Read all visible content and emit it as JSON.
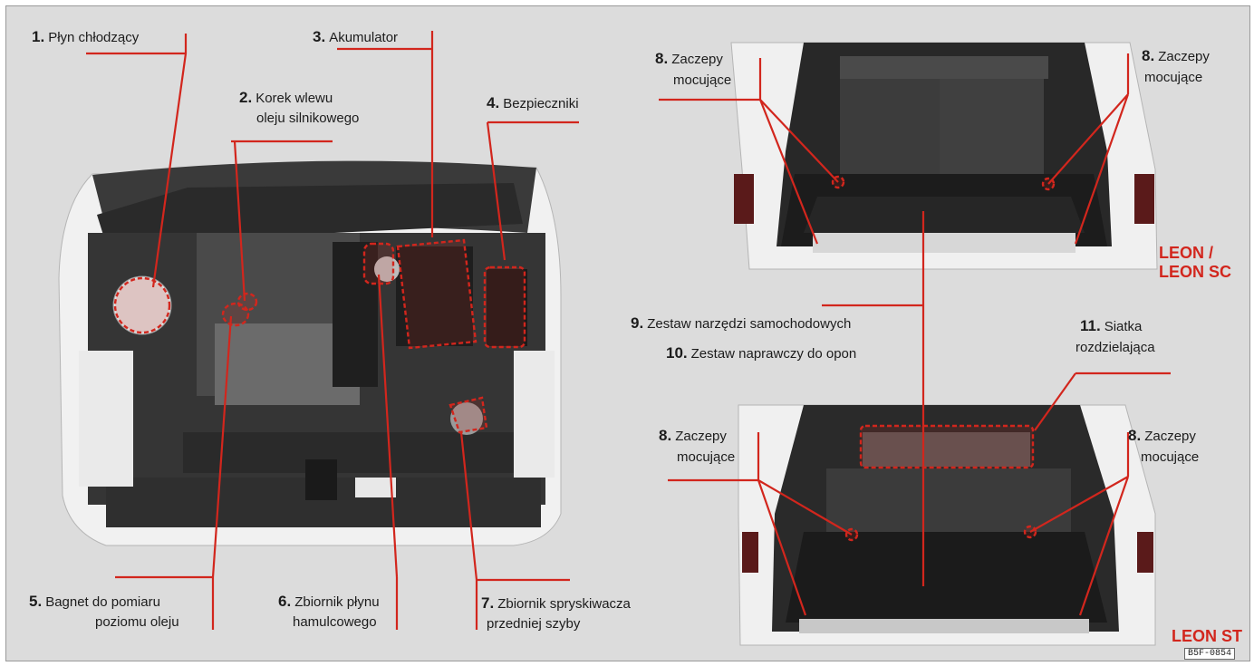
{
  "colors": {
    "callout": "#d2261d",
    "background": "#dcdcdc"
  },
  "callouts": [
    {
      "num": "1.",
      "lines": [
        "Płyn chłodzący"
      ]
    },
    {
      "num": "2.",
      "lines": [
        "Korek wlewu",
        "oleju silnikowego"
      ]
    },
    {
      "num": "3.",
      "lines": [
        "Akumulator"
      ]
    },
    {
      "num": "4.",
      "lines": [
        "Bezpieczniki"
      ]
    },
    {
      "num": "5.",
      "lines": [
        "Bagnet do pomiaru",
        "poziomu oleju"
      ]
    },
    {
      "num": "6.",
      "lines": [
        "Zbiornik płynu",
        "hamulcowego"
      ]
    },
    {
      "num": "7.",
      "lines": [
        "Zbiornik spryskiwacza",
        "przedniej szyby"
      ]
    },
    {
      "num": "8.",
      "lines": [
        "Zaczepy",
        "mocujące"
      ]
    },
    {
      "num": "9.",
      "lines": [
        "Zestaw narzędzi samochodowych"
      ]
    },
    {
      "num": "10.",
      "lines": [
        "Zestaw naprawczy do opon"
      ]
    },
    {
      "num": "11.",
      "lines": [
        "Siatka",
        "rozdzielająca"
      ]
    }
  ],
  "models": {
    "top_line1": "LEON /",
    "top_line2": "LEON SC",
    "bottom": "LEON ST"
  },
  "reference_code": "B5F-0854"
}
